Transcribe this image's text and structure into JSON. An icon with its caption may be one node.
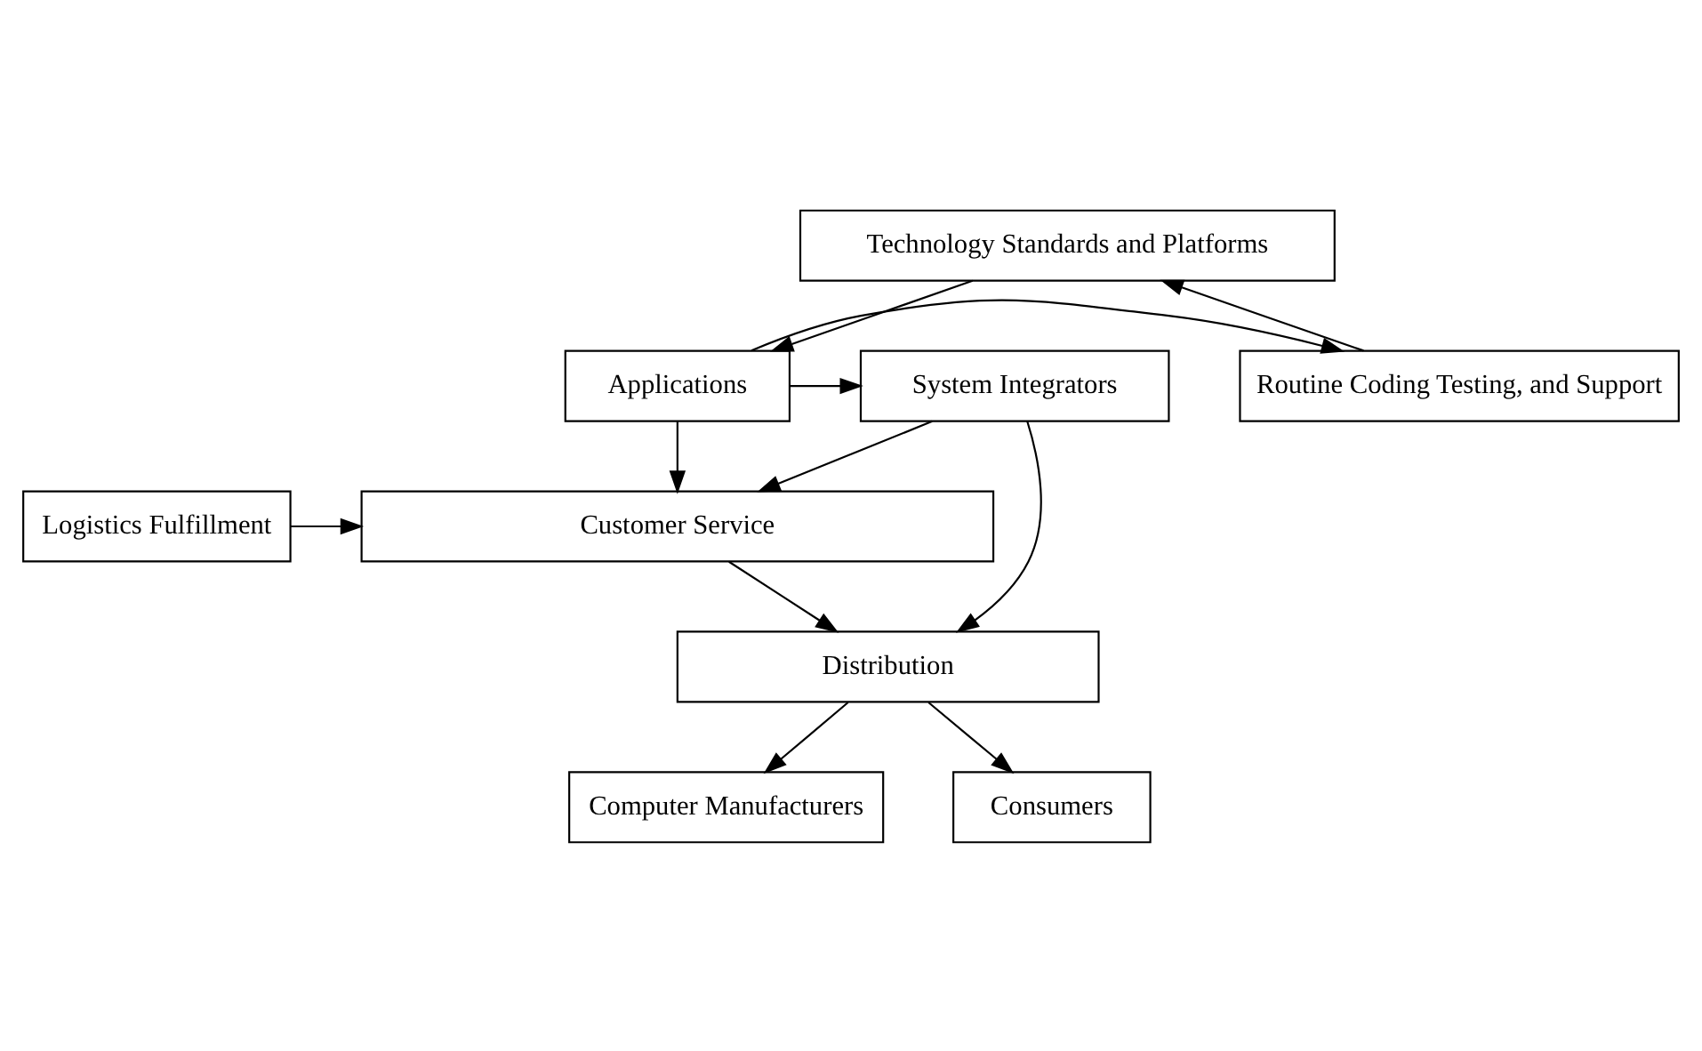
{
  "diagram": {
    "nodes": [
      {
        "text": [
          "Technology Standards and Platforms"
        ]
      },
      {
        "text": [
          "Routine Coding Testing, and Support"
        ]
      },
      {
        "text": [
          "Applications"
        ]
      },
      {
        "text": [
          "System Integrators"
        ]
      },
      {
        "text": [
          "Logistics Fulfillment"
        ]
      },
      {
        "text": [
          "Customer Service"
        ]
      },
      {
        "text": [
          "Distribution"
        ]
      },
      {
        "text": [
          "Computer Manufacturers"
        ]
      },
      {
        "text": [
          "Consumers"
        ]
      }
    ],
    "edges": [
      {
        "from": 1,
        "to": 0,
        "arrow": "to"
      },
      {
        "from": 0,
        "to": 2,
        "arrow": "to"
      },
      {
        "from": 2,
        "to": 1,
        "arrow": "to"
      },
      {
        "from": 2,
        "to": 3,
        "arrow": "to"
      },
      {
        "from": 2,
        "to": 5,
        "arrow": "to"
      },
      {
        "from": 3,
        "to": 5,
        "arrow": "to"
      },
      {
        "from": 3,
        "to": 6,
        "arrow": "to"
      },
      {
        "from": 4,
        "to": 5,
        "arrow": "to"
      },
      {
        "from": 5,
        "to": 6,
        "arrow": "to"
      },
      {
        "from": 6,
        "to": 7,
        "arrow": "to"
      },
      {
        "from": 6,
        "to": 8,
        "arrow": "to"
      }
    ]
  }
}
